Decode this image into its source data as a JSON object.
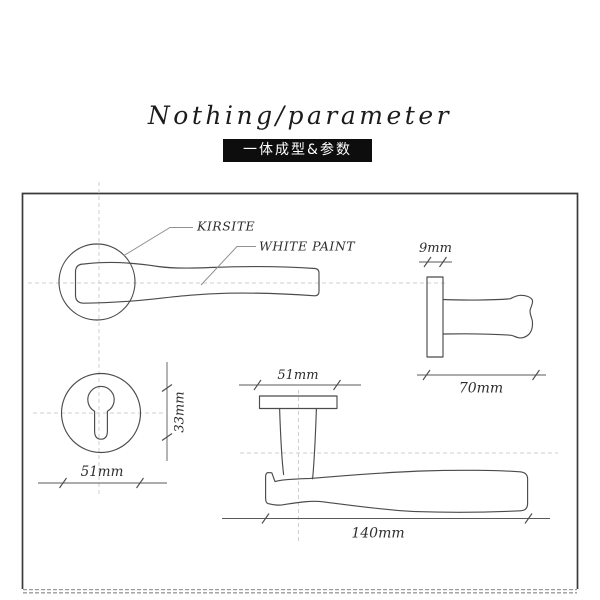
{
  "header": {
    "title": "Nothing/parameter",
    "tag": "一体成型&参数"
  },
  "annotations": {
    "material": "KIRSITE",
    "finish": "WHITE PAINT"
  },
  "dimensions": {
    "rose_thickness": "9mm",
    "lever_projection": "70mm",
    "escutcheon_diameter": "51mm",
    "escutcheon_keyhole_height": "33mm",
    "rose_diameter": "51mm",
    "lever_length": "140mm"
  },
  "colors": {
    "title_text": "#1c1c1c",
    "tag_background": "#0d0d0d",
    "tag_text": "#ffffff",
    "drawing_line": "#4b4b4b",
    "centerline": "#cfcfcf",
    "leader_line": "#919191"
  }
}
